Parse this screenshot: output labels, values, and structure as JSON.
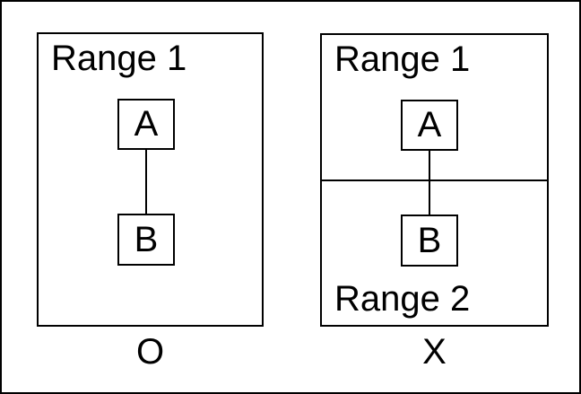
{
  "diagram": {
    "description": "comparison of node containment in ranges",
    "colors": {
      "ink": "#000000",
      "background": "#ffffff"
    },
    "panels": [
      {
        "regions": [
          {
            "label": "Range 1"
          }
        ],
        "nodes": [
          {
            "label": "A"
          },
          {
            "label": "B"
          }
        ],
        "verdict": "O"
      },
      {
        "regions": [
          {
            "label": "Range 1"
          },
          {
            "label": "Range 2"
          }
        ],
        "nodes": [
          {
            "label": "A"
          },
          {
            "label": "B"
          }
        ],
        "verdict": "X"
      }
    ]
  }
}
